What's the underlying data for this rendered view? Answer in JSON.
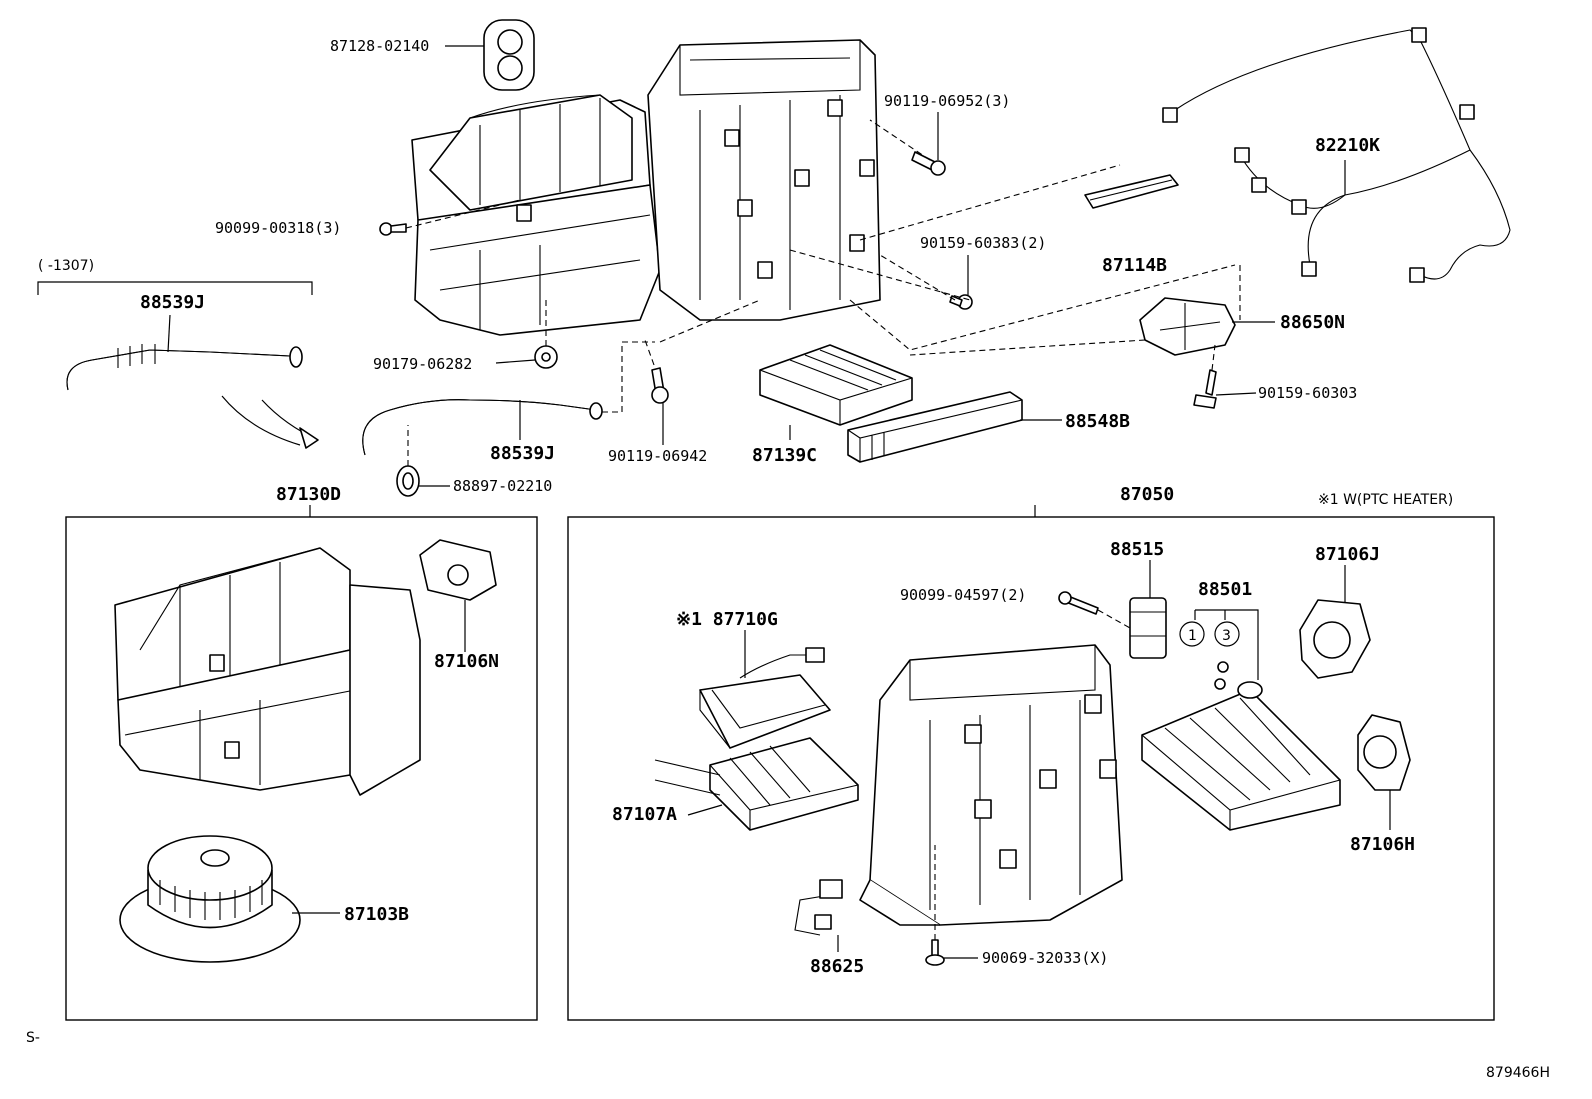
{
  "callouts": {
    "p87128": "87128-02140",
    "p90119a": "90119-06952(3)",
    "p90099a": "90099-00318(3)",
    "p82210": "82210K",
    "p90159a": "90159-60383(2)",
    "p87114": "87114B",
    "range_note": "( -1307)",
    "p88539top": "88539J",
    "p88650": "88650N",
    "p90179": "90179-06282",
    "p90159b": "90159-60303",
    "p88548": "88548B",
    "p88539mid": "88539J",
    "p90119b": "90119-06942",
    "p87139": "87139C",
    "p88897": "88897-02210",
    "p87130": "87130D",
    "p87050": "87050",
    "ptc_note": "※1 W(PTC HEATER)",
    "p88515": "88515",
    "p87106j": "87106J",
    "p90099b": "90099-04597(2)",
    "p88501": "88501",
    "p87710": "※1 87710G",
    "p87106n": "87106N",
    "p87107": "87107A",
    "p87106h": "87106H",
    "p87103": "87103B",
    "p88625": "88625",
    "p90069": "90069-32033(X)",
    "circle1": "1",
    "circle3": "3",
    "corner_s": "S-",
    "diagram_id": "879466H"
  }
}
